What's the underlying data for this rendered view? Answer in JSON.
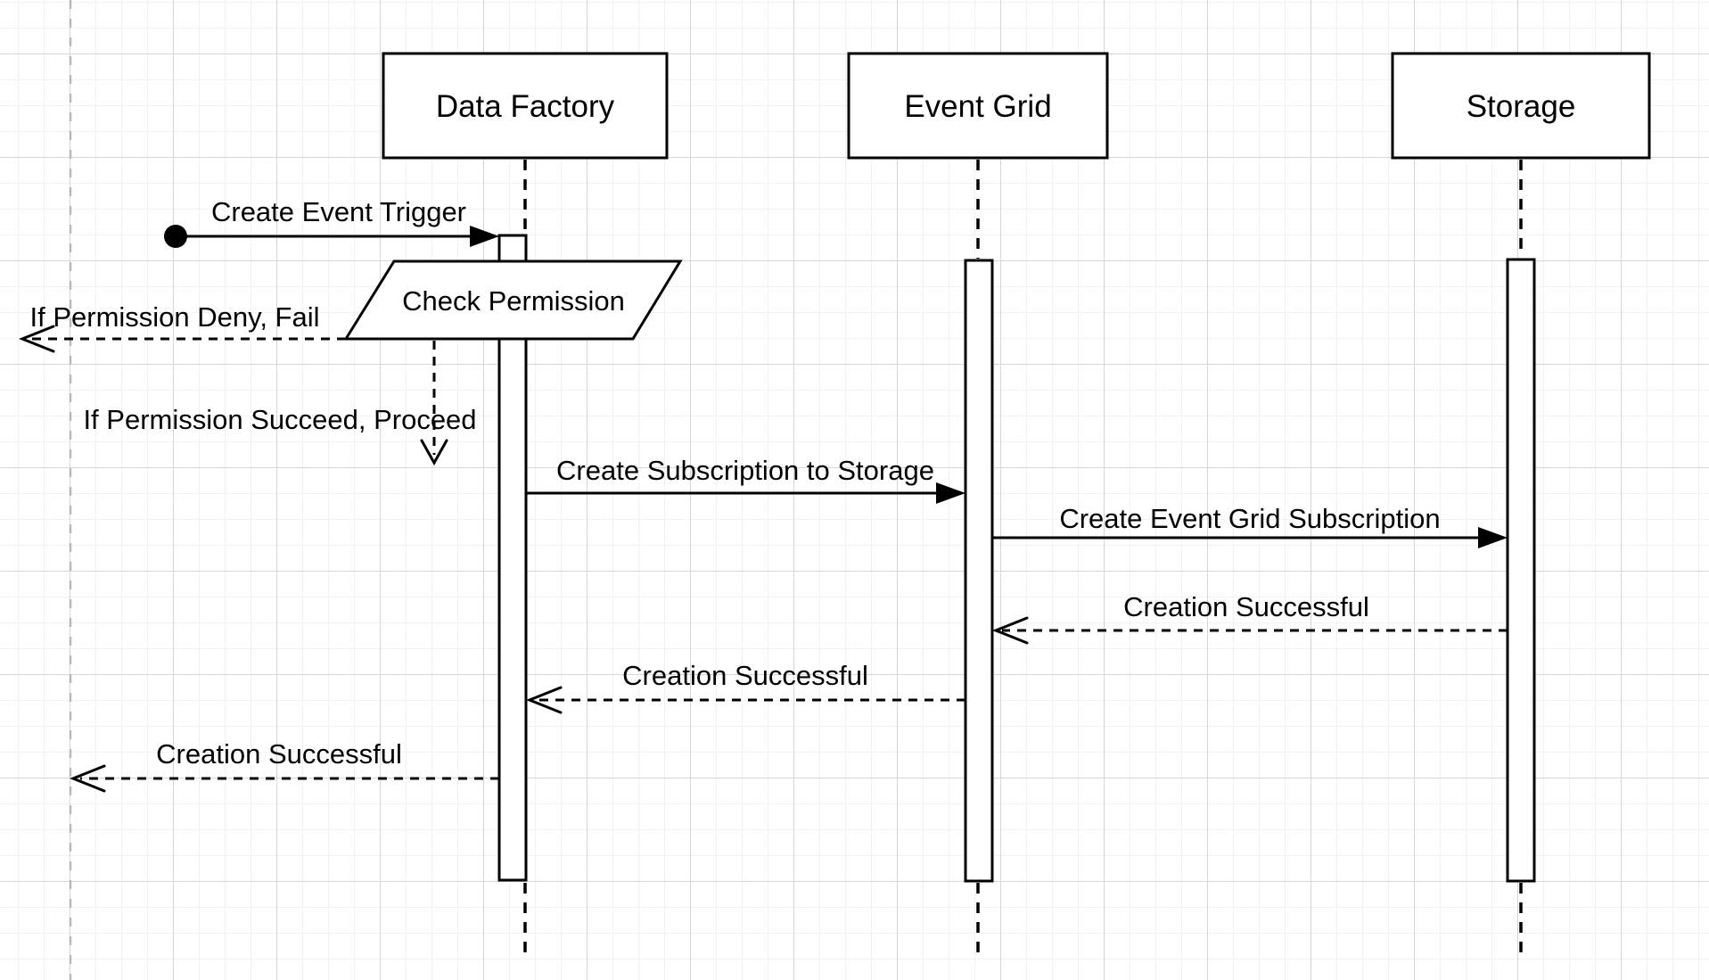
{
  "canvas": {
    "background": "#ffffff",
    "grid_minor_color": "#f2f2f2",
    "grid_major_color": "#d6d6d6",
    "guide_color": "#b8b8b8"
  },
  "diagram": {
    "type": "uml-sequence",
    "colors": {
      "stroke": "#000000",
      "shape_fill": "#ffffff"
    },
    "actors": [
      {
        "label": "Data Factory"
      },
      {
        "label": "Event Grid"
      },
      {
        "label": "Storage"
      }
    ],
    "activity": {
      "label": "Check Permission"
    },
    "messages": [
      {
        "label": "Create Event Trigger",
        "kind": "solid-filled-arrow",
        "from": "origin",
        "to": "Data Factory"
      },
      {
        "label": "If Permission Deny, Fail",
        "kind": "dashed-open-arrow",
        "from": "Check Permission",
        "to": "left"
      },
      {
        "label": "If Permission Succeed, Proceed",
        "kind": "dashed-open-arrow",
        "from": "Check Permission",
        "to": "Data Factory"
      },
      {
        "label": "Create Subscription to Storage",
        "kind": "solid-filled-arrow",
        "from": "Data Factory",
        "to": "Event Grid"
      },
      {
        "label": "Create Event Grid Subscription",
        "kind": "solid-filled-arrow",
        "from": "Event Grid",
        "to": "Storage"
      },
      {
        "label": "Creation Successful",
        "kind": "dashed-open-arrow",
        "from": "Storage",
        "to": "Event Grid"
      },
      {
        "label": "Creation Successful",
        "kind": "dashed-open-arrow",
        "from": "Event Grid",
        "to": "Data Factory"
      },
      {
        "label": "Creation Successful",
        "kind": "dashed-open-arrow",
        "from": "Data Factory",
        "to": "left"
      }
    ]
  }
}
